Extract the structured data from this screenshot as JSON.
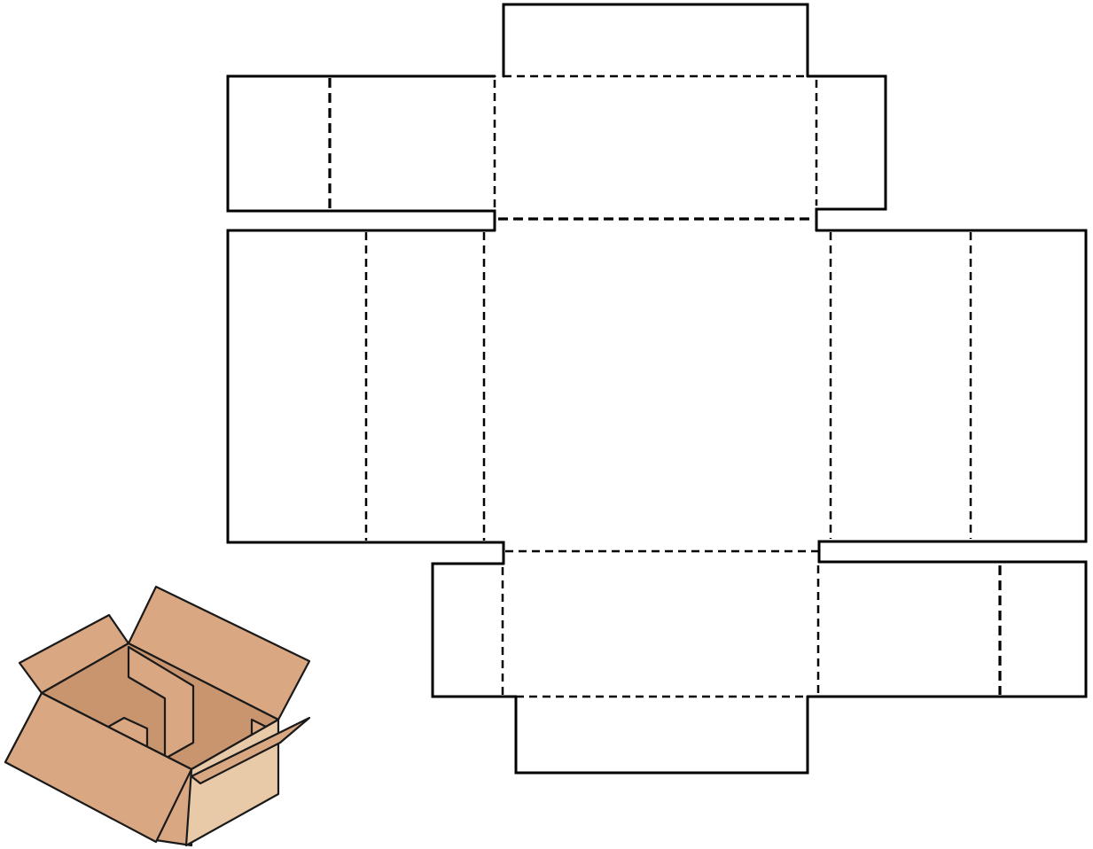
{
  "diagram": {
    "subject": "box-net",
    "colors": {
      "outline": "#000000",
      "background": "#ffffff",
      "box_flap": "#d9a883",
      "box_side_light": "#e8c9a8",
      "box_inner_shadow": "#c9956f",
      "box_outline": "#1a1a1a"
    },
    "panels": [
      "top-outer-flap",
      "top-left-flap",
      "top-center-panel",
      "top-right-flap",
      "left-side-panel",
      "base-panel",
      "right-side-panel",
      "bottom-left-flap",
      "bottom-center-panel",
      "bottom-right-flap",
      "bottom-outer-flap"
    ],
    "illustration": "open-cardboard-box-icon"
  }
}
